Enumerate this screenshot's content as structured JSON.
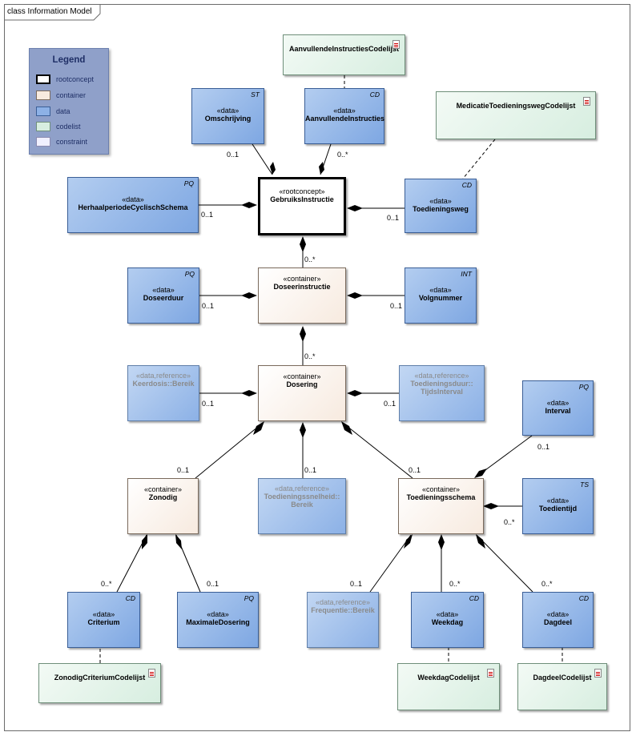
{
  "frame": {
    "title": "class Information Model"
  },
  "legend": {
    "title": "Legend",
    "items": [
      {
        "label": "rootconcept",
        "kind": "root",
        "color": "#ffffff"
      },
      {
        "label": "container",
        "kind": "container",
        "color": "#f7eadf"
      },
      {
        "label": "data",
        "kind": "data",
        "color": "#8db1e6"
      },
      {
        "label": "codelist",
        "kind": "codelist",
        "color": "#d7eee0"
      },
      {
        "label": "constraint",
        "kind": "constraint",
        "color": "#f0f0ff"
      }
    ]
  },
  "nodes": {
    "aanvullende_codelijst": {
      "name": "AanvullendeInstructiesCodelijst"
    },
    "medicatie_codelijst": {
      "name": "MedicatieToedieningswegCodelijst"
    },
    "omschrijving": {
      "stereotype": "«data»",
      "name": "Omschrijving",
      "type": "ST"
    },
    "aanvullende": {
      "stereotype": "«data»",
      "name": "AanvullendeInstructies",
      "type": "CD"
    },
    "herhaalperiode": {
      "stereotype": "«data»",
      "name": "HerhaalperiodeCyclischSchema",
      "type": "PQ"
    },
    "gebruiksinstructie": {
      "stereotype": "«rootconcept»",
      "name": "GebruiksInstructie"
    },
    "toedieningsweg": {
      "stereotype": "«data»",
      "name": "Toedieningsweg",
      "type": "CD"
    },
    "doseerduur": {
      "stereotype": "«data»",
      "name": "Doseerduur",
      "type": "PQ"
    },
    "doseerinstructie": {
      "stereotype": "«container»",
      "name": "Doseerinstructie"
    },
    "volgnummer": {
      "stereotype": "«data»",
      "name": "Volgnummer",
      "type": "INT"
    },
    "keerdosis": {
      "stereotype": "«data,reference»",
      "name": "Keerdosis::Bereik"
    },
    "dosering": {
      "stereotype": "«container»",
      "name": "Dosering"
    },
    "toedieningsduur": {
      "stereotype": "«data,reference»",
      "name1": "Toedieningsduur::",
      "name2": "TijdsInterval"
    },
    "interval": {
      "stereotype": "«data»",
      "name": "Interval",
      "type": "PQ"
    },
    "zonodig": {
      "stereotype": "«container»",
      "name": "Zonodig"
    },
    "toedieningssnelheid": {
      "stereotype": "«data,reference»",
      "name1": "Toedieningssnelheid::",
      "name2": "Bereik"
    },
    "toedieningsschema": {
      "stereotype": "«container»",
      "name": "Toedieningsschema"
    },
    "toedientijd": {
      "stereotype": "«data»",
      "name": "Toedientijd",
      "type": "TS"
    },
    "criterium": {
      "stereotype": "«data»",
      "name": "Criterium",
      "type": "CD"
    },
    "maximaledosering": {
      "stereotype": "«data»",
      "name": "MaximaleDosering",
      "type": "PQ"
    },
    "frequentie": {
      "stereotype": "«data,reference»",
      "name": "Frequentie::Bereik"
    },
    "weekdag": {
      "stereotype": "«data»",
      "name": "Weekdag",
      "type": "CD"
    },
    "dagdeel": {
      "stereotype": "«data»",
      "name": "Dagdeel",
      "type": "CD"
    },
    "zonodig_codelijst": {
      "name": "ZonodigCriteriumCodelijst"
    },
    "weekdag_codelijst": {
      "name": "WeekdagCodelijst"
    },
    "dagdeel_codelijst": {
      "name": "DagdeelCodelijst"
    }
  },
  "multiplicities": {
    "omschrijving": "0..1",
    "aanvullende": "0..*",
    "herhaalperiode": "0..1",
    "toedieningsweg": "0..1",
    "doseerinstructie": "0..*",
    "doseerduur": "0..1",
    "volgnummer": "0..1",
    "dosering": "0..*",
    "keerdosis": "0..1",
    "toedieningsduur": "0..1",
    "zonodig": "0..1",
    "toedieningssnelheid": "0..1",
    "toedieningsschema": "0..1",
    "interval": "0..1",
    "toedientijd": "0..*",
    "criterium": "0..*",
    "maximaledosering": "0..1",
    "frequentie": "0..1",
    "weekdag": "0..*",
    "dagdeel": "0..*"
  },
  "colors": {
    "data": "#8db1e6",
    "container": "#f7eadf",
    "codelist": "#d7eee0",
    "line": "#000000"
  }
}
